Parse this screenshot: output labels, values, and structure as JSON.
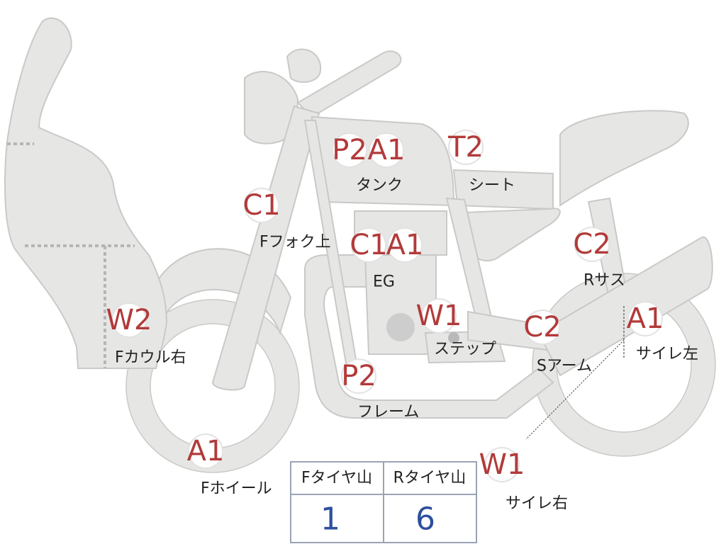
{
  "inspection_marks": [
    {
      "id": "tank-p2",
      "code": "P2"
    },
    {
      "id": "tank-a1",
      "code": "A1"
    },
    {
      "id": "seat-t2",
      "code": "T2"
    },
    {
      "id": "ffork-c1",
      "code": "C1"
    },
    {
      "id": "eg-c1",
      "code": "C1"
    },
    {
      "id": "eg-a1",
      "code": "A1"
    },
    {
      "id": "rsus-c2",
      "code": "C2"
    },
    {
      "id": "fcowl-w2",
      "code": "W2"
    },
    {
      "id": "step-w1",
      "code": "W1"
    },
    {
      "id": "sarm-c2",
      "code": "C2"
    },
    {
      "id": "muffler-left-a1",
      "code": "A1"
    },
    {
      "id": "frame-p2",
      "code": "P2"
    },
    {
      "id": "fwheel-a1",
      "code": "A1"
    },
    {
      "id": "muffler-right-w1",
      "code": "W1"
    }
  ],
  "part_labels": {
    "tank": "タンク",
    "seat": "シート",
    "ffork": "Fフォク上",
    "eg": "EG",
    "rsus": "Rサス",
    "fcowl": "Fカウル右",
    "step": "ステップ",
    "sarm": "Sアーム",
    "muffler_left": "サイレ左",
    "frame": "フレーム",
    "fwheel": "Fホイール",
    "muffler_right": "サイレ右"
  },
  "tire_table": {
    "headers": [
      "Fタイヤ山",
      "Rタイヤ山"
    ],
    "values": [
      "1",
      "6"
    ]
  },
  "colors": {
    "part_fill": "#e6e6e4",
    "mark_text": "#b23a3a",
    "table_value": "#2e4f9e"
  }
}
